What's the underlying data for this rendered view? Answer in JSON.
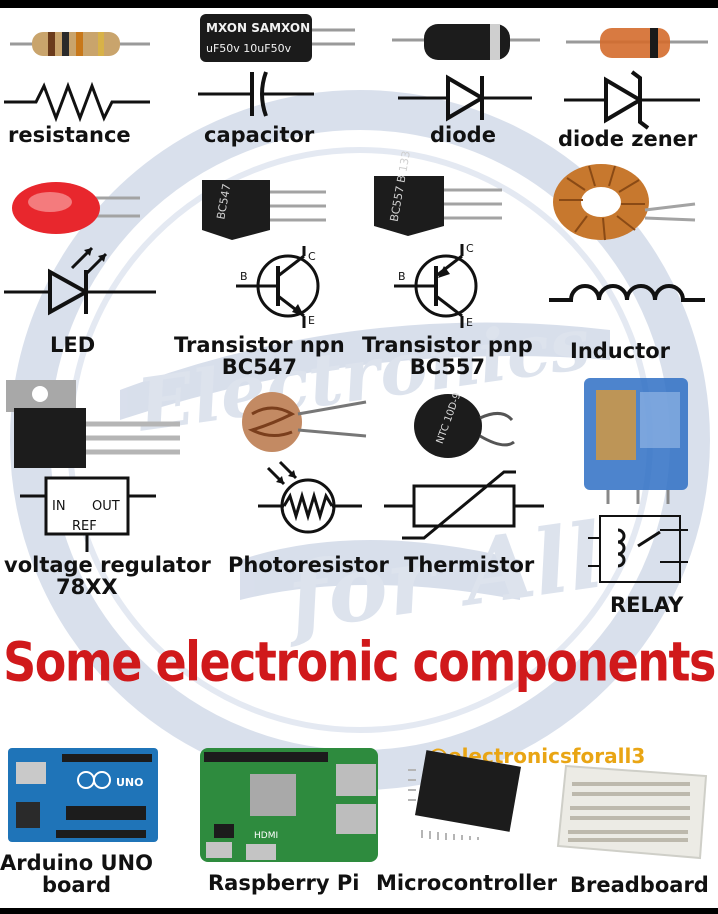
{
  "labels": {
    "resistance": "resistance",
    "capacitor": "capacitor",
    "diode": "diode",
    "diode_zener": "diode zener",
    "led": "LED",
    "transistor_npn_1": "Transistor npn",
    "transistor_npn_2": "BC547",
    "transistor_pnp_1": "Transistor pnp",
    "transistor_pnp_2": "BC557",
    "inductor": "Inductor",
    "voltage_regulator_1": "voltage regulator",
    "voltage_regulator_2": "78XX",
    "photoresistor": "Photoresistor",
    "thermistor": "Thermistor",
    "relay": "RELAY",
    "arduino_1": "Arduino UNO",
    "arduino_2": "board",
    "raspberry_pi": "Raspberry Pi",
    "microcontroller": "Microcontroller",
    "breadboard": "Breadboard"
  },
  "headline": "Some electronic components",
  "handle": "@electronicsforall3",
  "symbol_text": {
    "regulator_in": "IN",
    "regulator_out": "OUT",
    "regulator_ref": "REF",
    "npn_b": "B",
    "npn_c": "C",
    "npn_e": "E",
    "pnp_b": "B",
    "pnp_c": "C",
    "pnp_e": "E",
    "capacitor_print": "MXON SAMXON",
    "capacitor_print2": "uF50v 10uF50v",
    "bc547_print": "BC547",
    "bc557_print": "BC557 B 133",
    "ntc_print": "NTC 10D-9",
    "arduino_print": "UNO",
    "pi_print": "HDMI"
  },
  "colors": {
    "headline": "#d0191b",
    "handle": "#e9a514",
    "watermark": "#c9d3e4",
    "led_red": "#e8272d",
    "board_blue": "#1f74b8",
    "pi_green": "#2e8b3e"
  },
  "watermark_text": "Electronics for All"
}
